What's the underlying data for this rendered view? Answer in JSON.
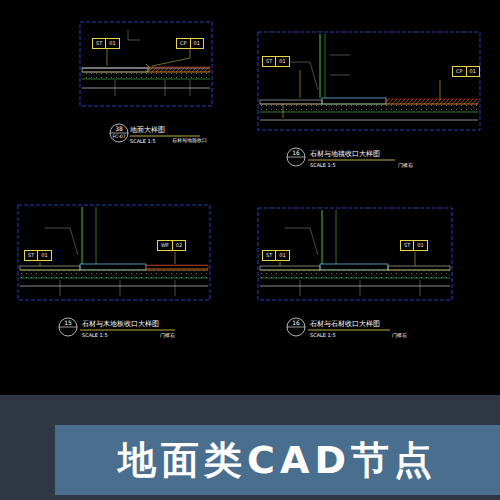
{
  "diagram": {
    "nodes": [
      {
        "text": [
          "ST",
          "01"
        ]
      },
      {
        "text": [
          "CP",
          "01"
        ]
      },
      {
        "text": [
          "ST",
          "01"
        ]
      },
      {
        "text": [
          "CP",
          "01"
        ]
      },
      {
        "text": [
          "ST",
          "01"
        ]
      },
      {
        "text": [
          "WF",
          "02"
        ]
      },
      {
        "text": [
          "ST",
          "01"
        ]
      },
      {
        "text": [
          "ST",
          "01"
        ]
      },
      {
        "text": [
          "地面类CAD节点"
        ]
      }
    ],
    "labels": [
      "38",
      "FC-07",
      "地面大样图",
      "SCALE 1:5",
      "石材与地毯收口",
      "16",
      "石材与地毯收口大样图",
      "SCALE 1:5",
      "门槛石",
      "15",
      "石材与木地板收口大样图",
      "SCALE 1:5",
      "门槛石",
      "16",
      "石材与石材收口大样图",
      "SCALE 1:5",
      "门槛石"
    ]
  }
}
